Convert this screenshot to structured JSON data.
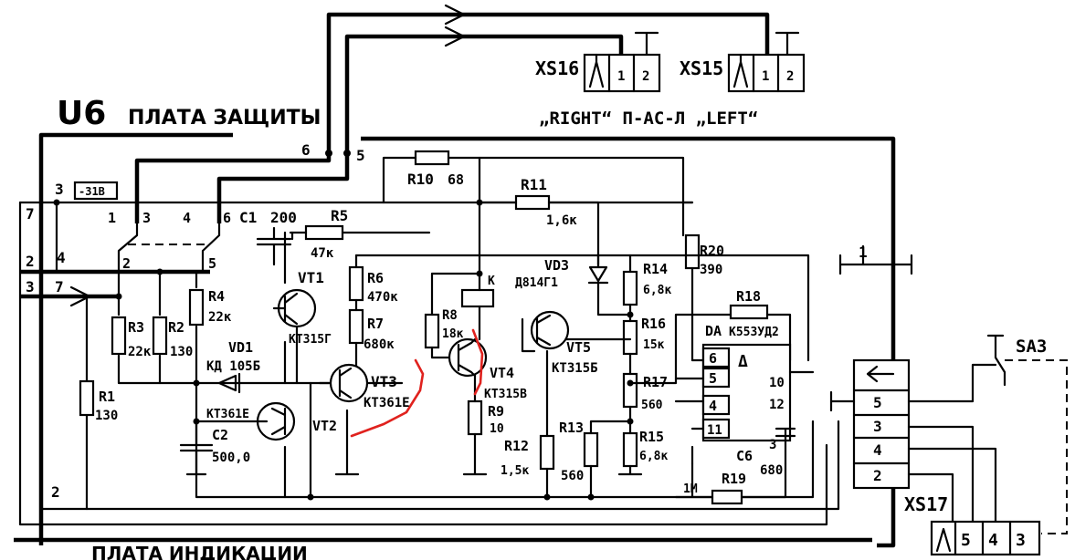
{
  "board": {
    "code": "U6",
    "title": "ПЛАТА ЗАЩИТЫ",
    "bottom_caption": "ПЛАТА ИНДИКАЦИИ"
  },
  "connectors": {
    "xs16": "XS16",
    "xs15": "XS15",
    "xs17": "XS17",
    "jack_pins": [
      "1",
      "2"
    ],
    "xs17_pins": [
      "5",
      "4",
      "3"
    ],
    "caption": "„RIGHT“ П-АС-Л „LEFT“"
  },
  "switch": {
    "ref": "SA3"
  },
  "pins": {
    "p6": "6",
    "p5": "5",
    "p3": "3",
    "p7": "7",
    "p2": "2",
    "p4": "4",
    "p7b": "7",
    "p2b": "2",
    "p1": "1",
    "relay": [
      "1",
      "3",
      "4",
      "6",
      "2",
      "5"
    ],
    "k": "К",
    "supply": "-31В"
  },
  "components": {
    "C1": {
      "ref": "C1",
      "value": "200"
    },
    "C2": {
      "ref": "C2",
      "value": "500,0"
    },
    "C6": {
      "ref": "C6",
      "value": "680"
    },
    "R1": {
      "ref": "R1",
      "value": "130"
    },
    "R2": {
      "ref": "R2",
      "value": "130"
    },
    "R3": {
      "ref": "R3",
      "value": "22к"
    },
    "R4": {
      "ref": "R4",
      "value": "22к"
    },
    "R5": {
      "ref": "R5",
      "value": "47к"
    },
    "R6": {
      "ref": "R6",
      "value": "470к"
    },
    "R7": {
      "ref": "R7",
      "value": "680к"
    },
    "R8": {
      "ref": "R8",
      "value": "18к"
    },
    "R9": {
      "ref": "R9",
      "value": "10"
    },
    "R10": {
      "ref": "R10",
      "value": "68"
    },
    "R11": {
      "ref": "R11",
      "value": "1,6к"
    },
    "R12": {
      "ref": "R12",
      "value": "1,5к"
    },
    "R13": {
      "ref": "R13",
      "value": "560"
    },
    "R14": {
      "ref": "R14",
      "value": "6,8к"
    },
    "R15": {
      "ref": "R15",
      "value": "6,8к"
    },
    "R16": {
      "ref": "R16",
      "value": "15к"
    },
    "R17": {
      "ref": "R17",
      "value": "560"
    },
    "R18": {
      "ref": "R18",
      "value": ""
    },
    "R19": {
      "ref": "R19",
      "value": "1М"
    },
    "R20": {
      "ref": "R20",
      "value": "390"
    },
    "VD1": {
      "ref": "VD1",
      "value": "КД 105Б"
    },
    "VD3": {
      "ref": "VD3",
      "value": "Д814Г1"
    },
    "VT1": {
      "ref": "VT1",
      "value": "КТ315Г"
    },
    "VT2": {
      "ref": "VT2",
      "value": "КТ361Е"
    },
    "VT3": {
      "ref": "VT3",
      "value": "КТ361Е"
    },
    "VT4": {
      "ref": "VT4",
      "value": "КТ315В"
    },
    "VT5": {
      "ref": "VT5",
      "value": "КТ315Б"
    },
    "DA": {
      "ref": "DA",
      "value": "К553УД2",
      "pins": [
        "6",
        "5",
        "4",
        "11",
        "10",
        "12",
        "3"
      ],
      "symbol": "Δ"
    }
  },
  "right_block": {
    "pins": [
      "5",
      "3",
      "4",
      "2"
    ]
  },
  "colors": {
    "ink": "#000000",
    "annotation": "#e0221e",
    "paper": "#ffffff"
  }
}
